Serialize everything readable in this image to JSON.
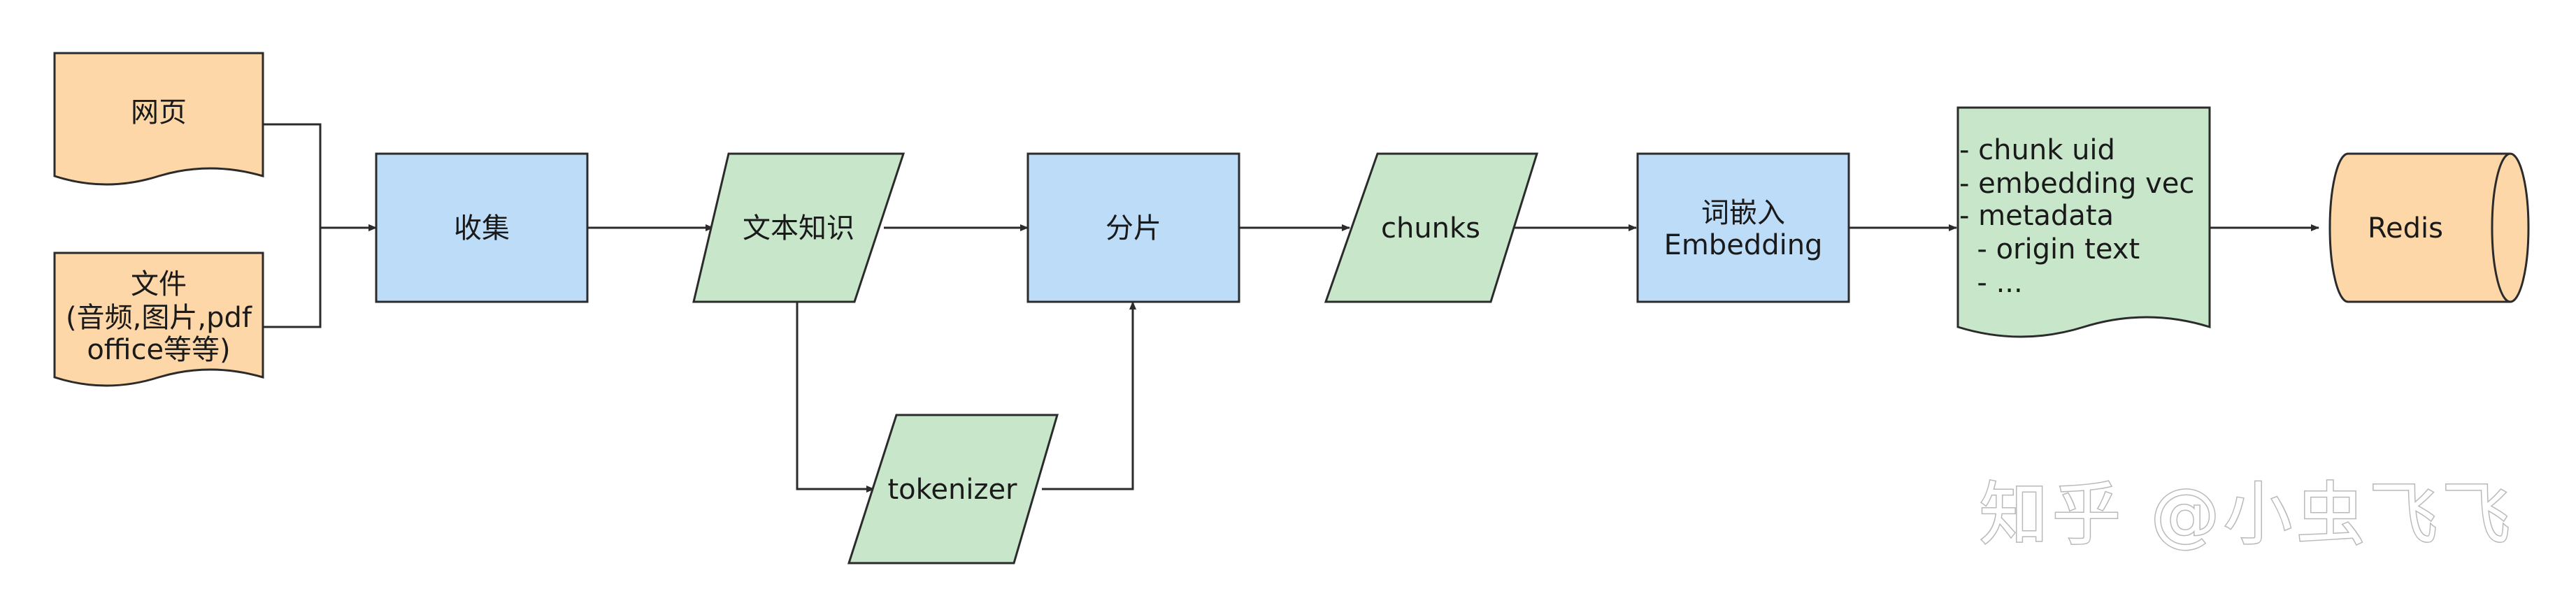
{
  "colors": {
    "source_fill": "#fdd7a8",
    "process_fill": "#bcdcf8",
    "data_fill": "#c8e6ca",
    "store_fill": "#fdd7a8",
    "stroke": "#2b2b2b",
    "watermark": "#b9b9b9"
  },
  "nodes": {
    "web_page": {
      "label": "网页"
    },
    "files": {
      "lines": [
        "文件",
        "(音频,图片,pdf",
        "office等等)"
      ]
    },
    "collect": {
      "label": "收集"
    },
    "text_knowledge": {
      "label": "文本知识"
    },
    "tokenizer": {
      "label": "tokenizer"
    },
    "split": {
      "label": "分片"
    },
    "chunks": {
      "label": "chunks"
    },
    "embedding": {
      "lines": [
        "词嵌入",
        "Embedding"
      ]
    },
    "record": {
      "lines": [
        "- chunk uid",
        "- embedding vec",
        "- metadata",
        "  - origin text",
        "  - ..."
      ]
    },
    "redis": {
      "label": "Redis"
    }
  },
  "watermark": {
    "text": "知乎 @小虫飞飞"
  }
}
